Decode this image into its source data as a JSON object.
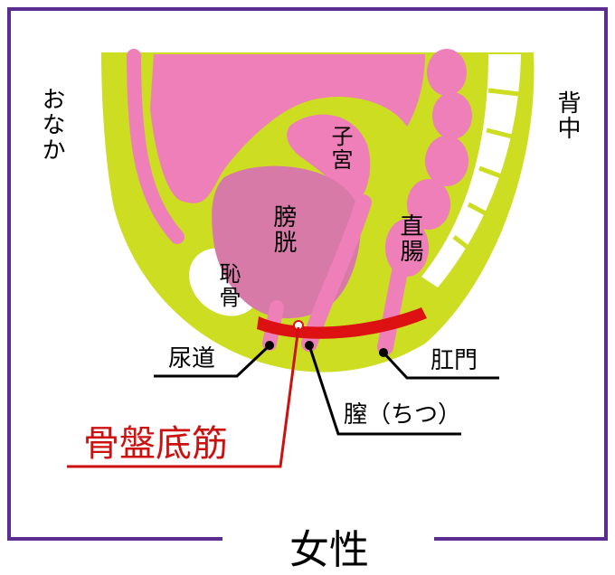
{
  "labels": {
    "belly": "おなか",
    "back": "背中",
    "uterus": "子宮",
    "bladder": "膀胱",
    "rectum": "直腸",
    "pubic_bone": "恥骨",
    "urethra": "尿道",
    "anus": "肛門",
    "vagina": "膣（ちつ）",
    "pelvic_floor": "骨盤底筋",
    "title": "女性"
  },
  "colors": {
    "frame": "#5b2d91",
    "muscle": "#ccdd22",
    "organ": "#ee7fb8",
    "bladder": "#d87aa8",
    "pelvic_floor_muscle": "#dd1111",
    "label_line": "#000000",
    "pelvic_line": "#cc1111"
  }
}
